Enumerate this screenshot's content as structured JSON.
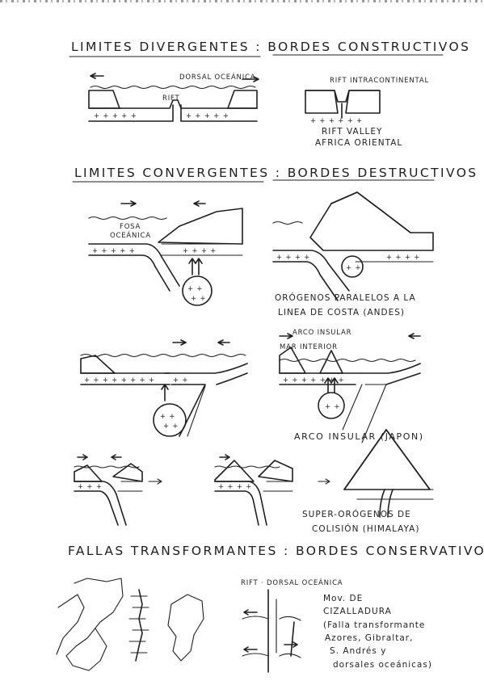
{
  "headings": {
    "divergent": "LIMITES DIVERGENTES : BORDES CONSTRUCTIVOS",
    "convergent": "LIMITES CONVERGENTES : BORDES DESTRUCTIVOS",
    "transform": "FALLAS TRANSFORMANTES : BORDES CONSERVATIVOS."
  },
  "divergent": {
    "dorsal_label": "DORSAL OCEÁNICA",
    "rift_label": "RIFT",
    "intracontinental_label": "RIFT INTRACONTINENTAL",
    "rift_valley_line1": "RIFT VALLEY",
    "rift_valley_line2": "AFRICA ORIENTAL"
  },
  "convergent": {
    "fosa_line1": "FOSA",
    "fosa_line2": "OCEÁNICA",
    "orogenos_line1": "ORÓGENOS PARALELOS A LA",
    "orogenos_line2": "LINEA DE COSTA (ANDES)",
    "arco_insular_top": "ARCO INSULAR",
    "mar_interior": "MAR INTERIOR",
    "arco_insular_caption": "ARCO INSULAR (JAPON)",
    "super_orogenos_line1": "SUPER-ORÓGENOS DE",
    "super_orogenos_line2": "COLISIÓN (HIMALAYA)"
  },
  "transform": {
    "rift_dorsal_label": "RIFT · DORSAL OCEÁNICA",
    "note_lines": [
      "Mov. DE",
      "CIZALLADURA",
      "(Falla transformante",
      "Azores, Gibraltar,",
      "S. Andrés y",
      "dorsales oceánicas)"
    ]
  }
}
